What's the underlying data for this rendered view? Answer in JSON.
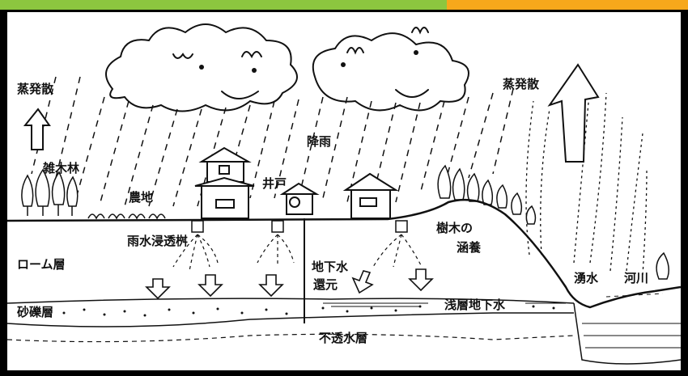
{
  "labels": {
    "evap_left": "蒸発散",
    "evap_right": "蒸発散",
    "woodland": "雑木林",
    "farmland": "農地",
    "rain": "降雨",
    "well": "井戸",
    "infiltration": "雨水浸透桝",
    "loam": "ローム層",
    "gravel": "砂礫層",
    "groundwater_line1": "地下水",
    "groundwater_line2": "還元",
    "shallow_groundwater": "浅層地下水",
    "impermeable": "不透水層",
    "trees_line1": "樹木の",
    "trees_line2": "涵養",
    "spring": "湧水",
    "river": "河川"
  },
  "colors": {
    "top_bar_green": "#8cc63f",
    "top_bar_orange": "#f7a81b",
    "ink": "#111111",
    "paper": "#ffffff"
  }
}
